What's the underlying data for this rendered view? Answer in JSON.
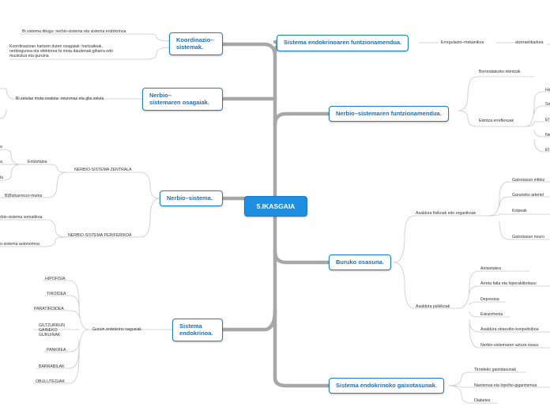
{
  "center": "5.IKASGAIA",
  "right": {
    "funtzionamendua": "Sistema endokrinoaren funtzionamendua.",
    "erregulazio": "Erregulazio–mekanikoa",
    "atzerafikadura": "atzeraelikadura",
    "nerbio_funtzionamendua": "Nerbio–sistemaren funtzionamendua.",
    "borondatezko": "Borondatezko ekintzak",
    "ekintza_erreflexuak": "Ekintza erreflexuak",
    "reflex_children": [
      "Ha",
      "Se",
      "Ef",
      "Ne",
      "Ef"
    ],
    "buruko": "Buruko osasuna.",
    "asaldura_fisikoak": "Asaldura fisikoak edo organikoak",
    "fisiko_items": [
      "Gaixotasun infekz",
      "Garuneko arteriel",
      "Kolpeak",
      "Gaixotasun neuro"
    ],
    "asaldura_psikikoak": "Asaldura psikikoak",
    "psikiko_items": [
      "Antsietatea",
      "Arreta falta eta hiperaktibotasu",
      "Depresioa",
      "Eskizofrenia",
      "Asaldura obsesibo-konpultsiboa",
      "Nerbio-sistemaren aztura osasu"
    ],
    "gaixotasunak": "Sistema endokrinoko gaixotasunak.",
    "gaixo_items": [
      "Tiroideko gaixotasunak",
      "Nanismoa eta hipofisi-gigantismoa",
      "Diabetes"
    ]
  },
  "left": {
    "koordinazio": "Koordinazio–\nsistemak.",
    "koord_items": [
      "Bi sistema ditugu: nerbio-sistema eta sistema endokrinoa",
      "Koordinazioan hartzen duten osagaiak: hartzaileak,\nnerbiogunea eta efektorea bi mota daudenak:giharra edo\nmuskulua eta guruina"
    ],
    "osagaiak": "Nerbio–\nsistemaren osagaiak.",
    "osagai_item": "Bi zelulaz mota osatuta: neuronaz eta glia zelula",
    "nerbio_sistema": "Nerbio–sistema.",
    "zentrala": "NERBIO-SISTEMA ZENTRALA",
    "entzefaloa": "Entzefaloa",
    "entzefalo_children": [
      "a",
      "a",
      "la"
    ],
    "bizkarrezur": "B)Bizkarrezur-muina",
    "periferikoa": "NERBIO-SISTEMA PERIFERIKOA",
    "somatikoa": "rbio-sistema somatikoa",
    "autonomoa": "o-sistema autonomoa",
    "endokrinoa": "Sistema\nendokrinoa.",
    "guruin": "Guruin endokrino nagusiak",
    "glands": [
      "HIPOFISIA",
      "TIROIDEA",
      "PARATIROIDEA",
      "GILTZURRUN\nGAINEKO\nGURUINAK",
      "PANKREA",
      "BARRABILAK",
      "OBULUTEGIAK"
    ]
  }
}
